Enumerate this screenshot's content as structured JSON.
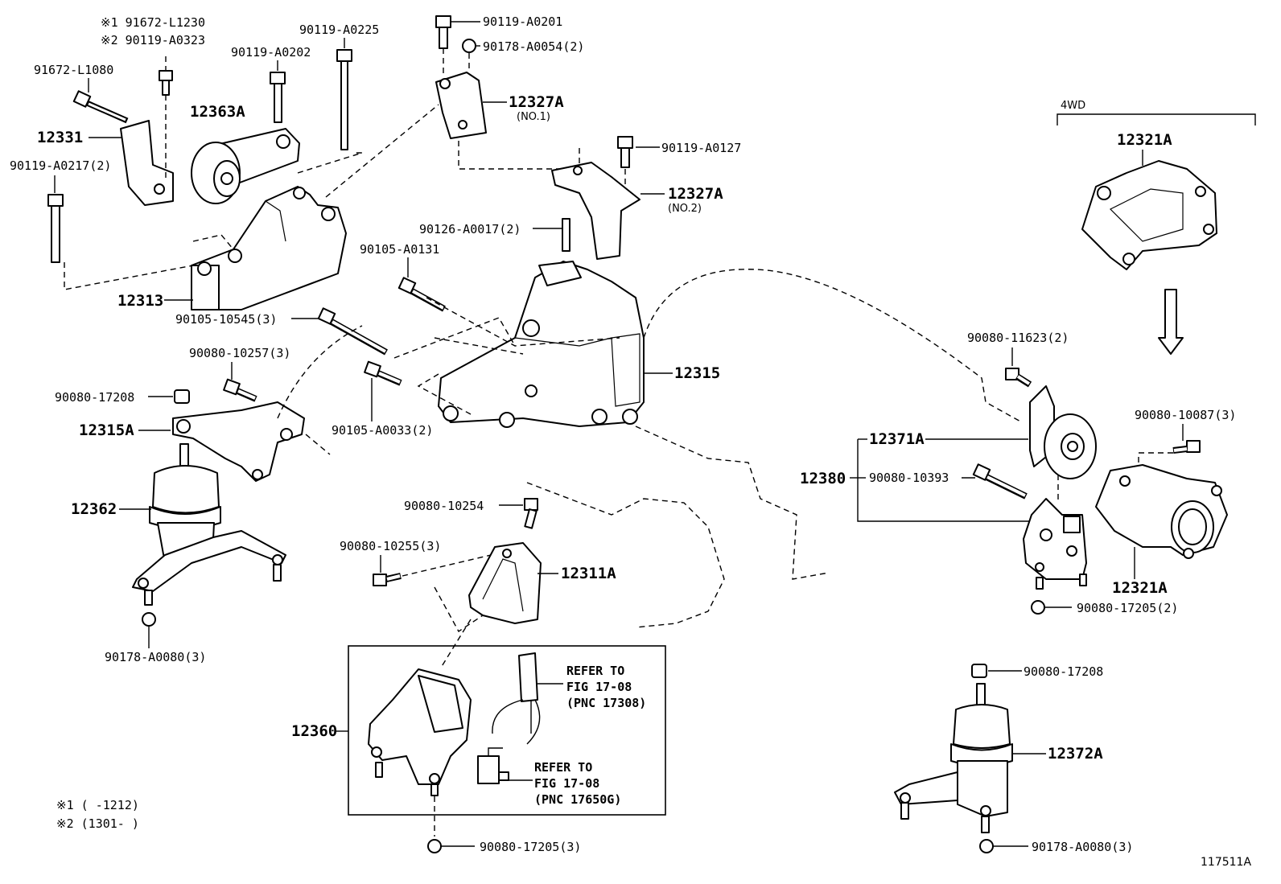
{
  "legend": {
    "note1": "※1 91672-L1230",
    "note2": "※2 90119-A0323",
    "range1": "※1 (     -1212)",
    "range2": "※2 (1301-     )"
  },
  "group_label": "4WD",
  "figure_id": "117511A",
  "callouts": {
    "p91672_L1080": "91672-L1080",
    "p12331": "12331",
    "p90119_A0217": "90119-A0217(2)",
    "p12363A": "12363A",
    "p90119_A0202": "90119-A0202",
    "p90119_A0225": "90119-A0225",
    "p12313": "12313",
    "p90119_A0201": "90119-A0201",
    "p90178_A0054": "90178-A0054(2)",
    "p12327A_1": "12327A",
    "p12327A_1_sub": "(NO.1)",
    "p90119_A0127": "90119-A0127",
    "p12327A_2": "12327A",
    "p12327A_2_sub": "(NO.2)",
    "p90126_A0017": "90126-A0017(2)",
    "p90105_A0131": "90105-A0131",
    "p90105_10545": "90105-10545(3)",
    "p90080_10257": "90080-10257(3)",
    "p90080_17208_a": "90080-17208",
    "p12315A": "12315A",
    "p90105_A0033": "90105-A0033(2)",
    "p12315": "12315",
    "p12362": "12362",
    "p90178_A0080_a": "90178-A0080(3)",
    "p90080_10254": "90080-10254",
    "p90080_10255": "90080-10255(3)",
    "p12311A": "12311A",
    "p12360": "12360",
    "refer1_a": "REFER TO",
    "refer1_b": "FIG 17-08",
    "refer1_c": "(PNC 17308)",
    "refer2_a": "REFER TO",
    "refer2_b": "FIG 17-08",
    "refer2_c": "(PNC 17650G)",
    "p90080_17205_a": "90080-17205(3)",
    "p12321A_top": "12321A",
    "p90080_11623": "90080-11623(2)",
    "p12371A": "12371A",
    "p12380": "12380",
    "p90080_10393": "90080-10393",
    "p90080_10087": "90080-10087(3)",
    "p12321A_bot": "12321A",
    "p90080_17205_b": "90080-17205(2)",
    "p90080_17208_b": "90080-17208",
    "p12372A": "12372A",
    "p90178_A0080_b": "90178-A0080(3)"
  }
}
